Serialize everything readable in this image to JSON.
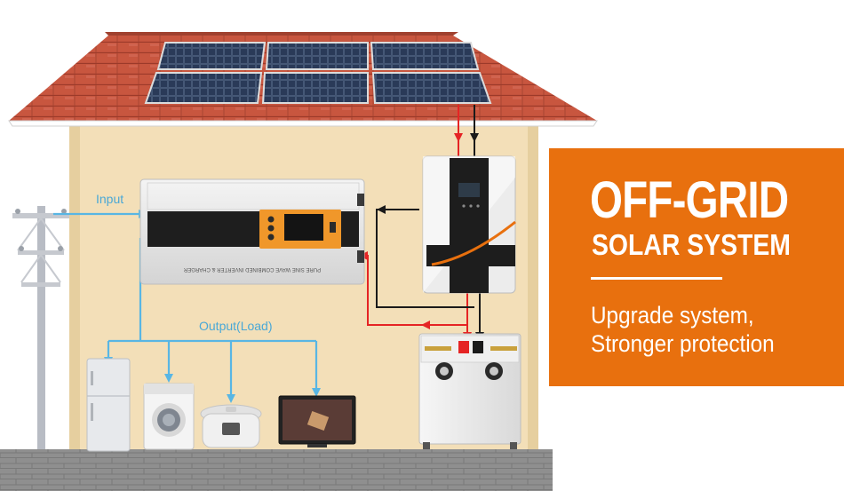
{
  "banner": {
    "title_line1": "OFF-GRID",
    "title_line2": "SOLAR SYSTEM",
    "subtitle_line1": "Upgrade system,",
    "subtitle_line2": "Stronger protection"
  },
  "labels": {
    "input": "Input",
    "output": "Output(Load)",
    "inverter_front_text": "PURE SINE WAVE COMBINED INVERTER & CHARGER"
  },
  "colors": {
    "banner": "#e8700e",
    "roof": "#c8563f",
    "wall": "#f3dfb8",
    "ground": "#8f8f8f",
    "ac_wire": "#58b6e4",
    "dc_positive_wire": "#e52424",
    "dc_negative_wire": "#1a1a1a"
  }
}
